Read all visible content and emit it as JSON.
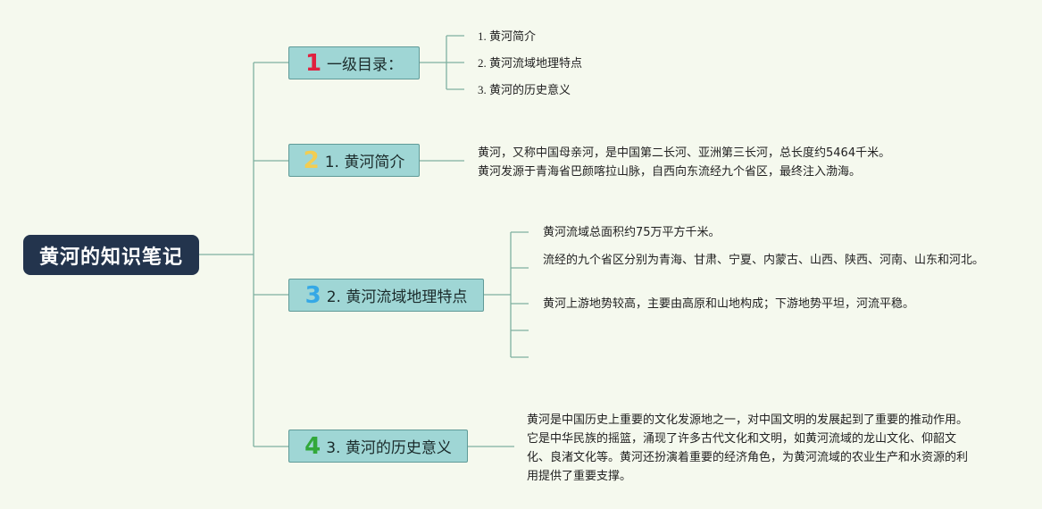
{
  "root": {
    "title": "黄河的知识笔记"
  },
  "colors": {
    "accent_1": "#e0213f",
    "accent_2": "#f2cd52",
    "accent_3": "#35a8e6",
    "accent_4": "#32a83a",
    "root_bg": "#23344d",
    "topic_bg": "#9fd6d5",
    "line": "#7fb0a0"
  },
  "topics": [
    {
      "num": "1",
      "label": "一级目录：",
      "items": [
        "1. 黄河简介",
        "2. 黄河流域地理特点",
        "3. 黄河的历史意义"
      ]
    },
    {
      "num": "2",
      "label": "1. 黄河简介",
      "lines": [
        "黄河，又称中国母亲河，是中国第二长河、亚洲第三长河，总长度约5464千米。",
        "黄河发源于青海省巴颜喀拉山脉，自西向东流经九个省区，最终注入渤海。"
      ]
    },
    {
      "num": "3",
      "label": "2. 黄河流域地理特点",
      "items": [
        "黄河流域总面积约75万平方千米。",
        "流经的九个省区分别为青海、甘肃、宁夏、内蒙古、山西、陕西、河南、山东和河北。",
        "黄河上游地势较高，主要由高原和山地构成；下游地势平坦，河流平稳。",
        "",
        ""
      ]
    },
    {
      "num": "4",
      "label": "3. 黄河的历史意义",
      "text": "黄河是中国历史上重要的文化发源地之一，对中国文明的发展起到了重要的推动作用。它是中华民族的摇篮，涌现了许多古代文化和文明，如黄河流域的龙山文化、仰韶文化、良渚文化等。黄河还扮演着重要的经济角色，为黄河流域的农业生产和水资源的利用提供了重要支撑。"
    }
  ]
}
